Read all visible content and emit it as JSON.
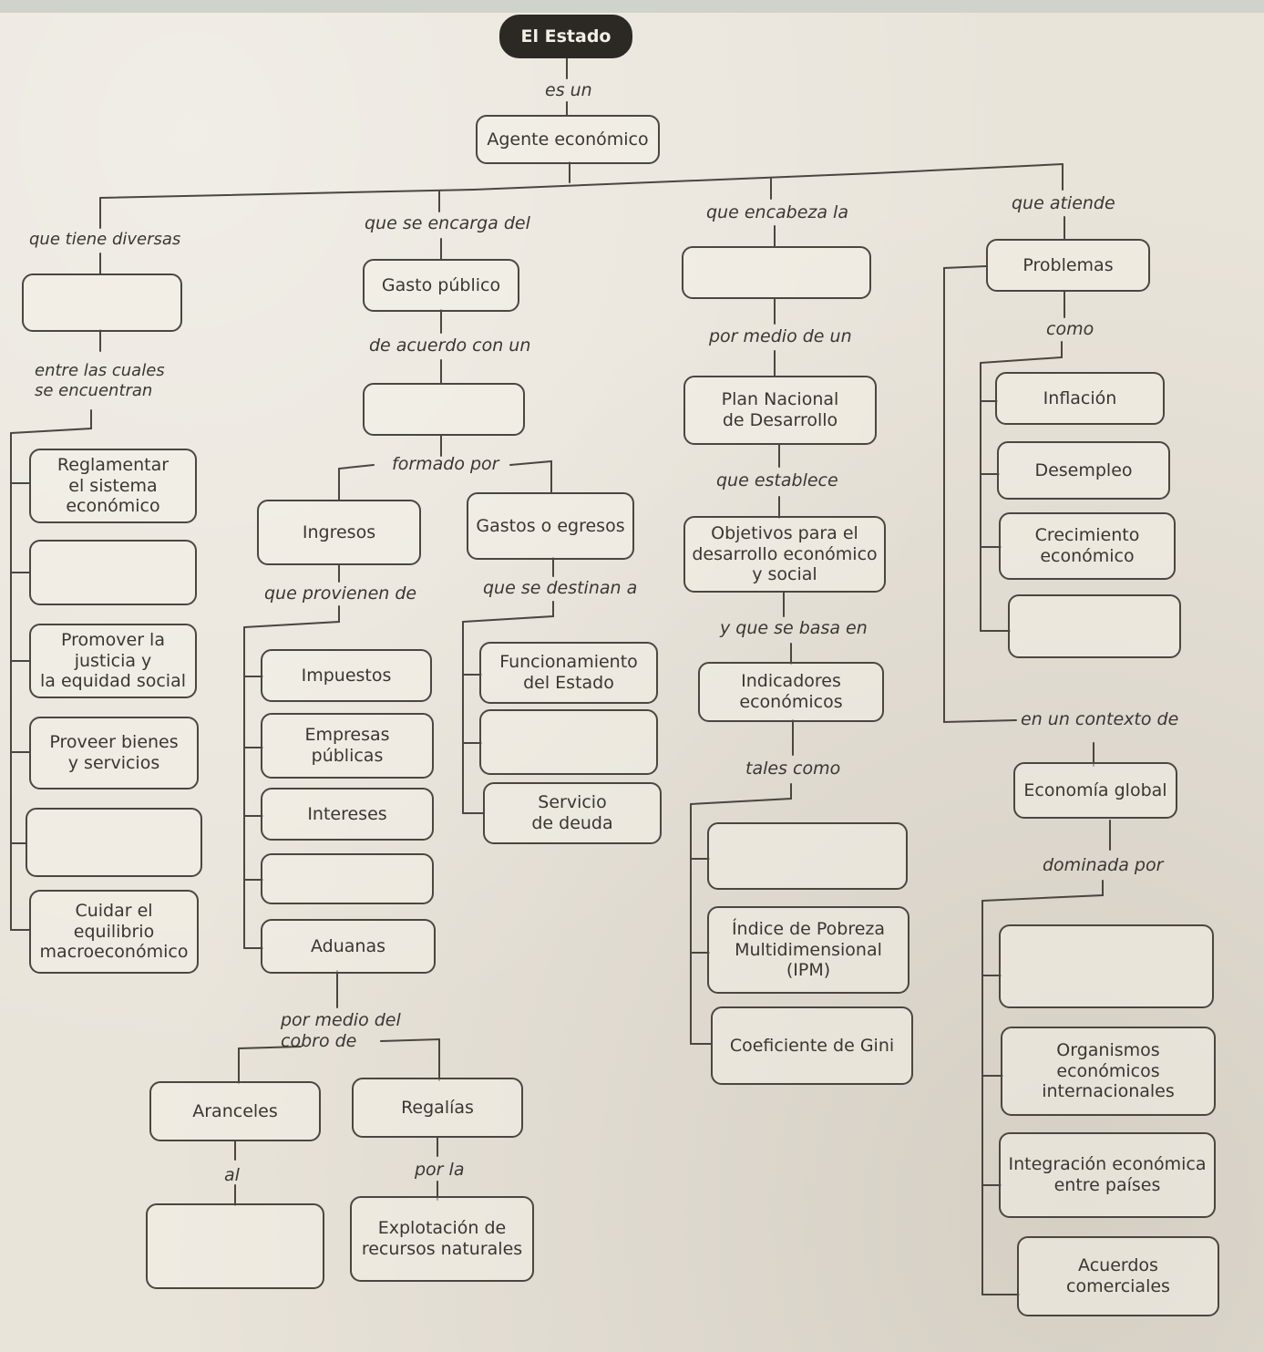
{
  "root": "El Estado",
  "nodes": {
    "agente": "Agente económico",
    "gasto_publico": "Gasto público",
    "plan": "Plan Nacional\nde Desarrollo",
    "problemas": "Problemas",
    "reglamentar": "Reglamentar\nel sistema\neconómico",
    "promover": "Promover la\njusticia y\nla equidad social",
    "proveer": "Proveer bienes\ny servicios",
    "cuidar": "Cuidar el\nequilibrio\nmacroeconómico",
    "ingresos": "Ingresos",
    "gastos": "Gastos o egresos",
    "impuestos": "Impuestos",
    "empresas": "Empresas públicas",
    "intereses": "Intereses",
    "aduanas": "Aduanas",
    "funcionamiento": "Funcionamiento\ndel Estado",
    "servicio_deuda": "Servicio\nde deuda",
    "aranceles": "Aranceles",
    "regalias": "Regalías",
    "explotacion": "Explotación de\nrecursos naturales",
    "objetivos": "Objetivos para el\ndesarrollo económico\ny social",
    "indicadores": "Indicadores\neconómicos",
    "ipm": "Índice de Pobreza\nMultidimensional\n(IPM)",
    "gini": "Coeficiente de Gini",
    "inflacion": "Inflación",
    "desempleo": "Desempleo",
    "crecimiento": "Crecimiento\neconómico",
    "economia_global": "Economía global",
    "organismos": "Organismos\neconómicos\ninternacionales",
    "integracion": "Integración económica\nentre países",
    "acuerdos": "Acuerdos comerciales"
  },
  "connectors": {
    "es_un": "es un",
    "que_tiene": "que tiene diversas",
    "que_se_encarga": "que se encarga del",
    "que_encabeza": "que encabeza la",
    "que_atiende": "que atiende",
    "entre_las_cuales": "entre las cuales\nse encuentran",
    "de_acuerdo": "de acuerdo con un",
    "por_medio_de_un": "por medio de un",
    "como": "como",
    "formado_por": "formado por",
    "que_establece": "que establece",
    "que_provienen": "que provienen de",
    "que_se_destinan": "que se destinan a",
    "y_que_se_basa": "y que se basa en",
    "en_un_contexto": "en un contexto de",
    "tales_como": "tales como",
    "dominada_por": "dominada por",
    "por_medio_del_cobro": "por medio del\ncobro de",
    "al": "al",
    "por_la": "por la"
  }
}
